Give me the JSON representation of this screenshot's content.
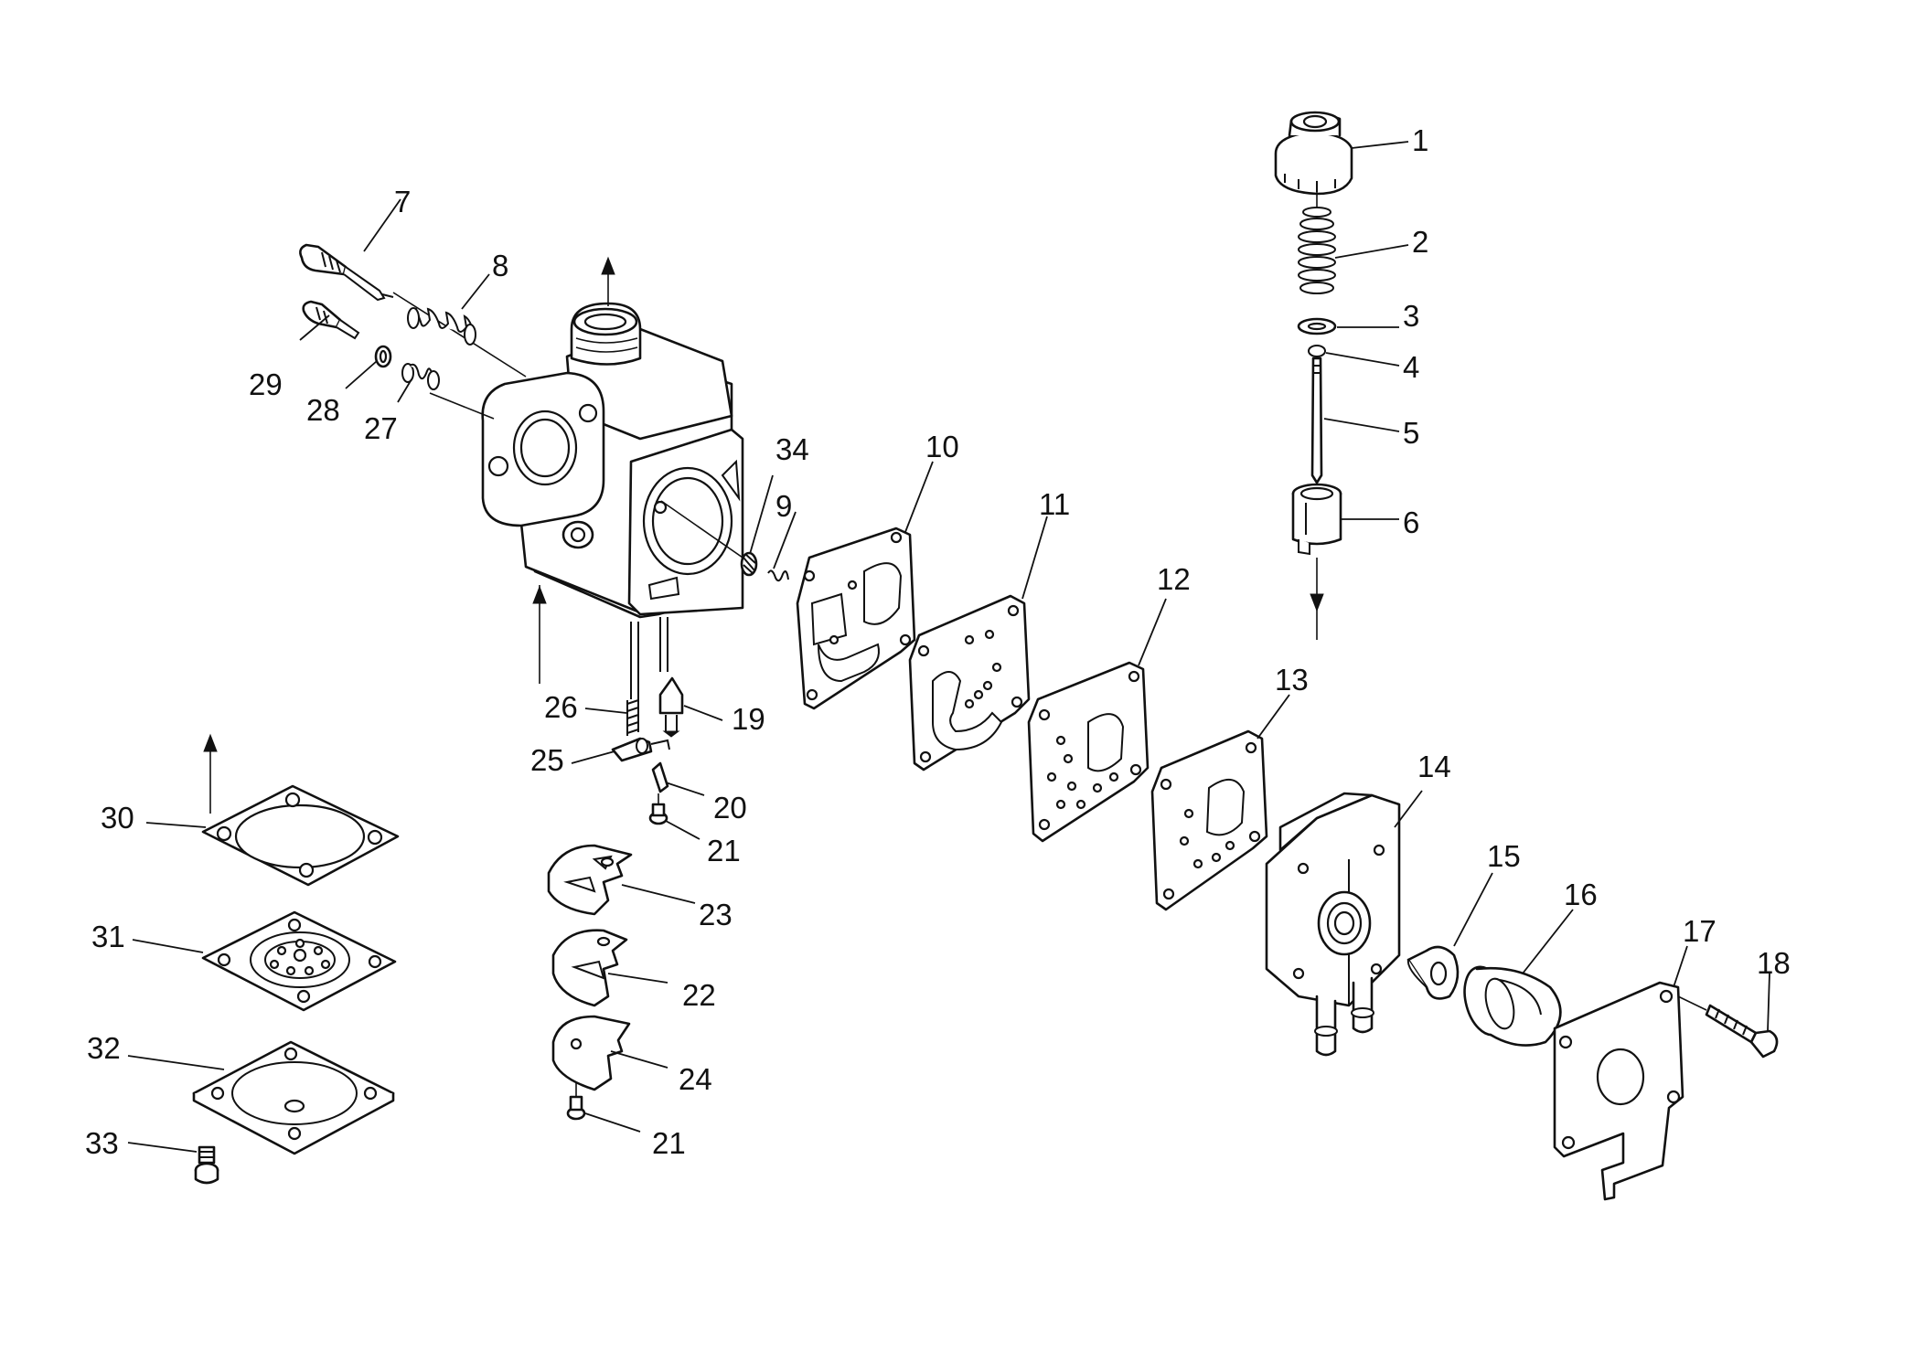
{
  "callouts": {
    "c1": "1",
    "c2": "2",
    "c3": "3",
    "c4": "4",
    "c5": "5",
    "c6": "6",
    "c7": "7",
    "c8": "8",
    "c9": "9",
    "c10": "10",
    "c11": "11",
    "c12": "12",
    "c13": "13",
    "c14": "14",
    "c15": "15",
    "c16": "16",
    "c17": "17",
    "c18": "18",
    "c19": "19",
    "c20": "20",
    "c21a": "21",
    "c21b": "21",
    "c22": "22",
    "c23": "23",
    "c24": "24",
    "c25": "25",
    "c26": "26",
    "c27": "27",
    "c28": "28",
    "c29": "29",
    "c30": "30",
    "c31": "31",
    "c32": "32",
    "c33": "33",
    "c34": "34"
  }
}
